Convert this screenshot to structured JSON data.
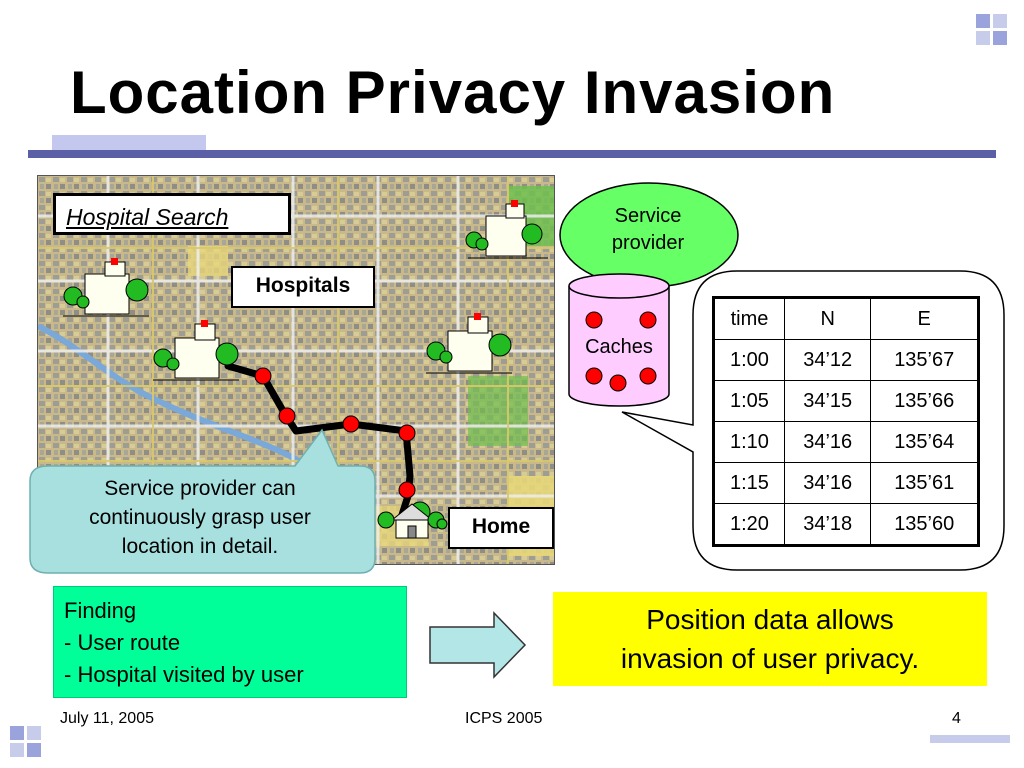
{
  "slide": {
    "title": "Location Privacy Invasion",
    "map": {
      "search_label": "Hospital Search",
      "hospitals_label": "Hospitals",
      "home_label": "Home"
    },
    "callout": {
      "text_line1": "Service provider can",
      "text_line2": "continuously grasp user",
      "text_line3": "location in detail."
    },
    "service_provider": {
      "line1": "Service",
      "line2": "provider"
    },
    "caches_label": "Caches",
    "table": {
      "headers": [
        "time",
        "N",
        "E"
      ],
      "rows": [
        [
          "1:00",
          "34’12",
          "135’67"
        ],
        [
          "1:05",
          "34’15",
          "135’66"
        ],
        [
          "1:10",
          "34’16",
          "135’64"
        ],
        [
          "1:15",
          "34’16",
          "135’61"
        ],
        [
          "1:20",
          "34’18",
          "135’60"
        ]
      ]
    },
    "finding": {
      "heading": "Finding",
      "item1": "- User route",
      "item2": "- Hospital visited by user"
    },
    "conclusion": {
      "line1": "Position data allows",
      "line2": "invasion of user privacy."
    },
    "footer": {
      "date": "July 11, 2005",
      "conference": "ICPS 2005",
      "page": "4"
    },
    "colors": {
      "title_bar": "#5a5fa6",
      "deco_square": "#9aa3dc",
      "service_provider_fill": "#66ff66",
      "cache_fill": "#ffccff",
      "callout_fill": "#a8e0e0",
      "finding_fill": "#00ff99",
      "conclusion_fill": "#ffff00",
      "route_marker": "#ff0000",
      "arrow_fill": "#b3e6e6"
    }
  }
}
